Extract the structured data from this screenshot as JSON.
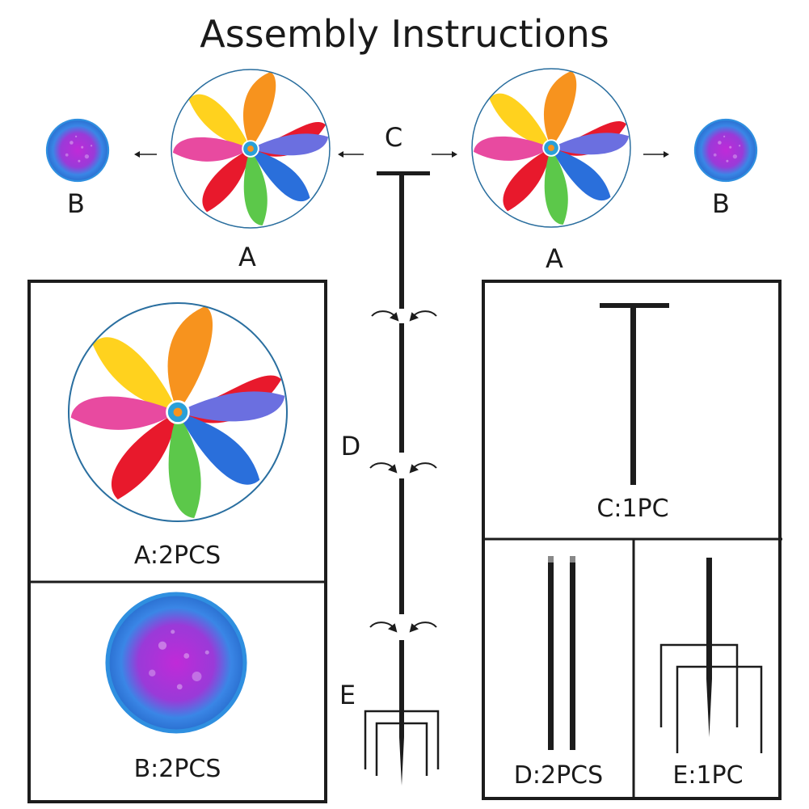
{
  "title": "Assembly Instructions",
  "labels": {
    "a_left": "A",
    "a_right": "A",
    "b_left": "B",
    "b_right": "B",
    "c": "C",
    "d": "D",
    "e": "E"
  },
  "captions": {
    "a": "A:2PCS",
    "b": "B:2PCS",
    "c": "C:1PC",
    "d": "D:2PCS",
    "e": "E:1PC"
  },
  "colors": {
    "rainbow": [
      "#e8192c",
      "#f7931e",
      "#ffd21e",
      "#5cc84a",
      "#2a6fdb",
      "#1e3fae",
      "#b05cc8",
      "#e84aa0"
    ],
    "cap_outer": "#2f8fe0",
    "cap_inner": "#b02fd0",
    "metal": "#1c1c1c"
  }
}
